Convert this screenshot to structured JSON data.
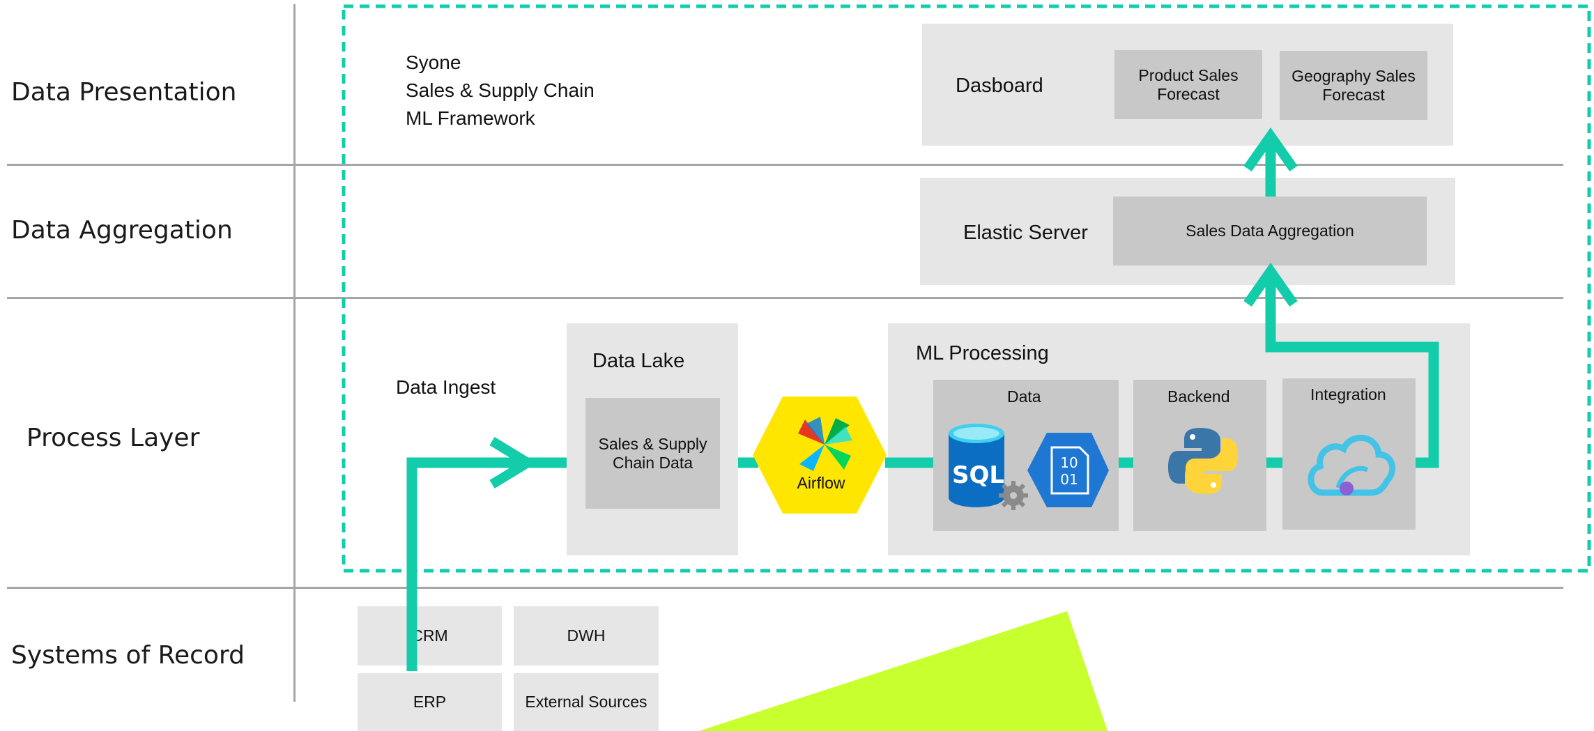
{
  "colors": {
    "flow": "#12CCAA",
    "panel": "#e6e6e6",
    "box": "#c8c8c8",
    "airflow_hex": "#FFE600",
    "accent_shape": "#C8FF2E",
    "divider": "#a6a6a6"
  },
  "layers": [
    {
      "label": "Data Presentation"
    },
    {
      "label": "Data Aggregation"
    },
    {
      "label": "Process Layer"
    },
    {
      "label": "Systems of Record"
    }
  ],
  "framework": {
    "line1": "Syone",
    "line2": "Sales & Supply Chain",
    "line3": "ML Framework"
  },
  "presentation": {
    "dashboard_label": "Dasboard",
    "boxes": [
      {
        "label": "Product Sales Forecast"
      },
      {
        "label": "Geography Sales Forecast"
      }
    ]
  },
  "aggregation": {
    "server_label": "Elastic Server",
    "box_label": "Sales Data Aggregation"
  },
  "process": {
    "ingest_label": "Data Ingest",
    "data_lake": {
      "title": "Data Lake",
      "box_label": "Sales & Supply Chain Data"
    },
    "airflow": {
      "label": "Airflow",
      "icon": "airflow-pinwheel-icon"
    },
    "ml": {
      "title": "ML Processing",
      "columns": [
        {
          "label": "Data",
          "icons": [
            "sql-database-icon",
            "binary-file-icon"
          ],
          "sql_text": "SQL",
          "binary_top": "10",
          "binary_bottom": "01"
        },
        {
          "label": "Backend",
          "icons": [
            "python-icon"
          ]
        },
        {
          "label": "Integration",
          "icons": [
            "cloud-integration-icon"
          ]
        }
      ]
    }
  },
  "sources": [
    {
      "label": "CRM"
    },
    {
      "label": "DWH"
    },
    {
      "label": "ERP"
    },
    {
      "label": "External Sources"
    }
  ]
}
